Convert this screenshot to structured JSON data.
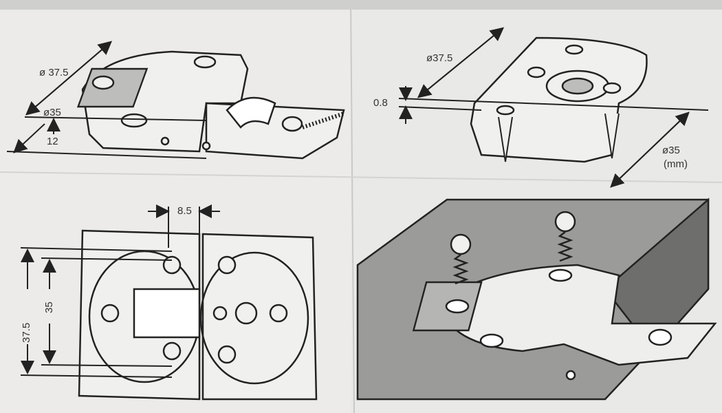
{
  "diagram": {
    "top_left": {
      "dia_outer": "ø 37.5",
      "dia_inner": "ø35",
      "depth": "12"
    },
    "top_right": {
      "dia_outer": "ø37.5",
      "thickness": "0.8",
      "dia_inner": "ø35",
      "unit": "(mm)"
    },
    "bottom_left": {
      "spacing": "8.5",
      "height_inner": "35",
      "height_outer": "37.5"
    }
  }
}
